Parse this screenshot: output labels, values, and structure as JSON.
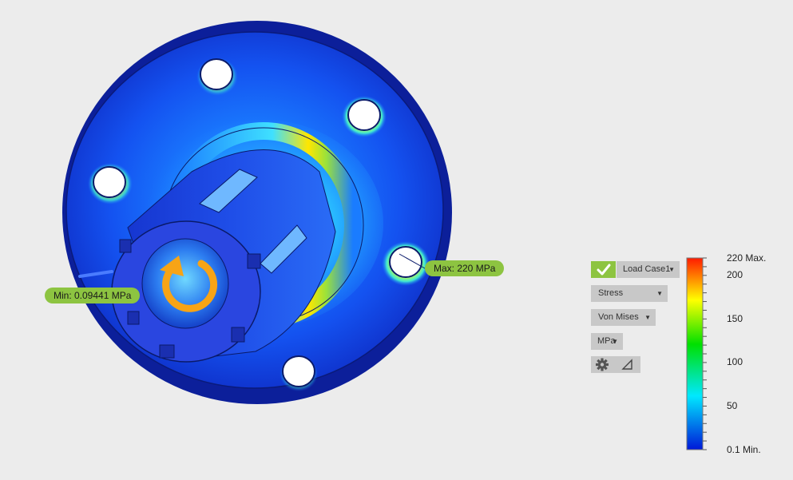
{
  "probes": {
    "min_label": "Min: 0.09441 MPa",
    "max_label": "Max: 220 MPa"
  },
  "controls": {
    "load_case": "Load Case1",
    "result_type": "Stress",
    "stress_type": "Von Mises",
    "units": "MPa"
  },
  "icons": {
    "visibility_toggle": "checkmark-icon",
    "settings": "gear-icon",
    "probe_tool": "triangle-icon",
    "orbit": "rotate-icon"
  },
  "legend": {
    "ticks": [
      "220 Max.",
      "200",
      "150",
      "100",
      "50",
      "0.1 Min."
    ],
    "colors": [
      "#ff1a00",
      "#ffff00",
      "#00e000",
      "#00e8ff",
      "#0018d8"
    ]
  }
}
